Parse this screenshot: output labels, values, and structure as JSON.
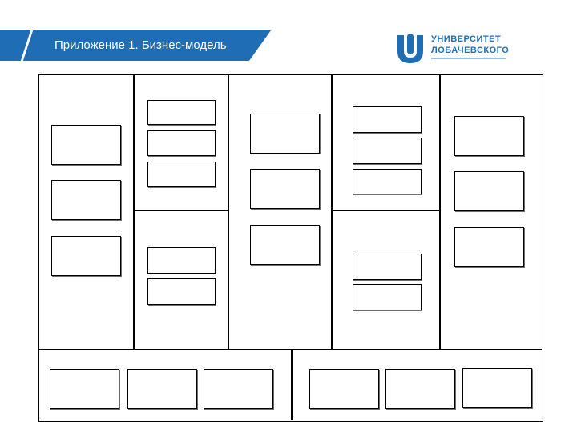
{
  "header": {
    "title": "Приложение 1. Бизнес-модель",
    "accent_color": "#1f6eb5"
  },
  "logo": {
    "line1": "УНИВЕРСИТЕТ",
    "line2": "ЛОБАЧЕВСКОГО",
    "icon": "university-logo-icon"
  },
  "canvas": {
    "sections": [
      "key-partners",
      "key-activities",
      "key-resources",
      "value-propositions",
      "customer-relationships",
      "channels",
      "customer-segments",
      "cost-structure",
      "revenue-streams"
    ]
  }
}
